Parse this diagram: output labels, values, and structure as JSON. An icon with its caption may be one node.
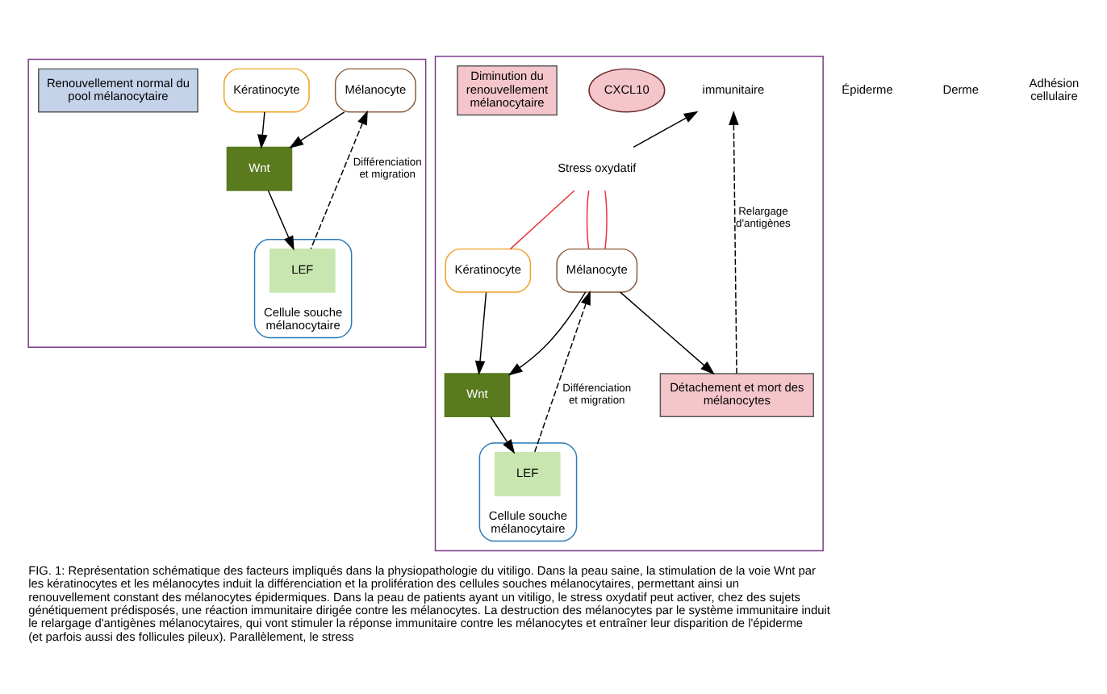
{
  "diagram": {
    "caption": "FIG. 1: Représentation schématique des facteurs impliqués dans la physiopathologie du vitiligo. Dans la peau saine, la stimulation de la voie Wnt par les kératinocytes et les mélanocytes induit la différenciation et la prolifération des cellules souches mélanocytaires, permettant ainsi un renouvellement constant des mélanocytes épidermiques. Dans la peau de patients ayant un vitiligo, le stress oxydatif peut activer, chez des sujets génétiquement prédisposés, une réaction immunitaire dirigée contre les mélanocytes. La destruction des mélanocytes par le système immunitaire induit le relargage d'antigènes mélanocytaires, qui vont stimuler la réponse immunitaire contre les mélanocytes et entraîner leur disparition de l'épiderme (et parfois aussi des follicules pileux). Parallèlement, le stress",
    "nodes": [
      {
        "text": [],
        "shape": "box"
      },
      {
        "text": [
          "Mélanocyte"
        ],
        "in": 0
      },
      {
        "text": [
          "Kératinocyte"
        ],
        "in": 0
      },
      {
        "text": [
          "Wnt"
        ],
        "in": 0
      },
      {
        "text": [
          "Cellule souche mélanocytaire"
        ],
        "in": 0
      },
      {
        "text": [
          "LEF"
        ],
        "in": 4
      },
      {
        "text": [
          "Renouvellement normal du pool mélanocytaire"
        ],
        "in": 0
      },
      {
        "text": [],
        "shape": "box"
      },
      {
        "text": [
          "immunitaire"
        ],
        "in": 7
      },
      {
        "text": [
          "Stress oxydatif"
        ],
        "in": 7
      },
      {
        "text": [
          "CXCL10"
        ],
        "in": 7
      },
      {
        "text": [
          "Mélanocyte"
        ],
        "in": 7
      },
      {
        "text": [
          "Kératinocyte"
        ],
        "in": 7
      },
      {
        "text": [
          "Détachement et mort des mélanocytes"
        ],
        "in": 7
      },
      {
        "text": [
          "Wnt"
        ],
        "in": 7
      },
      {
        "text": [
          "Cellule souche mélanocytaire"
        ],
        "in": 7
      },
      {
        "text": [
          "LEF"
        ],
        "in": 15
      },
      {
        "text": [
          "Diminution du renouvellement mélanocytaire"
        ],
        "in": 7
      }
    ],
    "edges": [
      {
        "from": 1,
        "to": 3,
        "arrow": "to"
      },
      {
        "from": 2,
        "to": 3,
        "arrow": "to"
      },
      {
        "from": 3,
        "to": 5,
        "arrow": "to"
      },
      {
        "from": 5,
        "to": 1,
        "arrow": "to",
        "label": "Différenciation et migration",
        "style": "dashed"
      },
      {
        "from": 9,
        "to": 8,
        "arrow": "to"
      },
      {
        "from": 9,
        "to": 11,
        "arrow": "none",
        "color": "#e8323c"
      },
      {
        "from": 9,
        "to": 11,
        "arrow": "none",
        "color": "#e8323c"
      },
      {
        "from": 9,
        "to": 12,
        "arrow": "none",
        "color": "#e8323c"
      },
      {
        "from": 11,
        "to": 13,
        "arrow": "to"
      },
      {
        "from": 11,
        "to": 14,
        "arrow": "to"
      },
      {
        "from": 12,
        "to": 14,
        "arrow": "to"
      },
      {
        "from": 14,
        "to": 16,
        "arrow": "to"
      },
      {
        "from": 16,
        "to": 11,
        "arrow": "to",
        "label": "Différenciation et migration",
        "style": "dashed"
      },
      {
        "from": 13,
        "to": 8,
        "arrow": "to",
        "label": "Relargage d'antigènes",
        "style": "dashed"
      }
    ],
    "labels": [
      "Épiderme",
      "Derme",
      "Adhésion cellulaire"
    ]
  }
}
